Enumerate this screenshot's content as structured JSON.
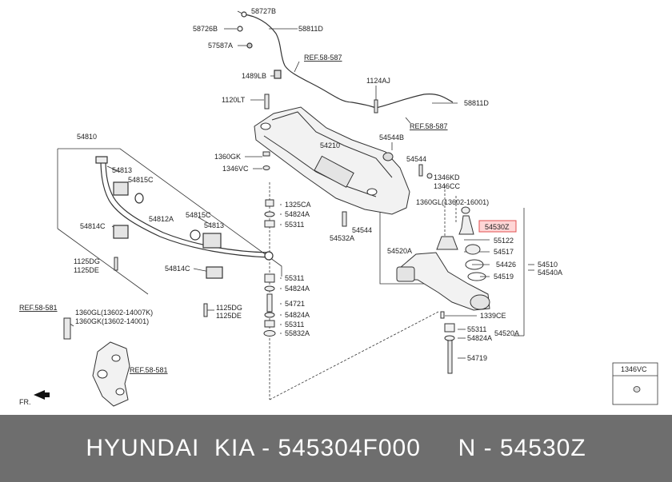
{
  "colors": {
    "highlight_fill": "#ffd6d6",
    "highlight_stroke": "#e05050",
    "footer_bg": "#6e6e6e",
    "footer_text": "#ffffff"
  },
  "labels": {
    "p58727B": "58727B",
    "p58726B": "58726B",
    "p58811D_a": "58811D",
    "p57587A": "57587A",
    "ref587_a": "REF.58-587",
    "p1489LB": "1489LB",
    "p1124AJ": "1124AJ",
    "p1120LT": "1120LT",
    "p58811D_b": "58811D",
    "ref587_b": "REF.58-587",
    "p54544B": "54544B",
    "p54810": "54810",
    "p54210": "54210",
    "p1360GK": "1360GK",
    "p1346VC": "1346VC",
    "p54813_a": "54813",
    "p54815C_a": "54815C",
    "p54544_a": "54544",
    "p1346KD": "1346KD",
    "p1346CC": "1346CC",
    "p1325CA": "1325CA",
    "p54824A_a": "54824A",
    "p55311_a": "55311",
    "p1360GL_main": "1360GL(13602-16001)",
    "p54814C_a": "54814C",
    "p54812A": "54812A",
    "p54815C_b": "54815C",
    "p54813_b": "54813",
    "p54544_b": "54544",
    "p54532A": "54532A",
    "p54530Z": "54530Z",
    "p55122": "55122",
    "p54517": "54517",
    "p54520A_a": "54520A",
    "p54426": "54426",
    "p54510": "54510",
    "p54540A": "54540A",
    "p54519": "54519",
    "p1125DG_a": "1125DG",
    "p1125DE_a": "1125DE",
    "p54814C_b": "54814C",
    "p55311_b": "55311",
    "p54824A_b": "54824A",
    "p54721": "54721",
    "p1125DG_b": "1125DG",
    "p1125DE_b": "1125DE",
    "ref581_a": "REF.58-581",
    "p1360GL_b": "1360GL(13602-14007K)",
    "p1360GK_b": "1360GK(13602-14001)",
    "p54824A_c": "54824A",
    "p55311_c": "55311",
    "p55832A": "55832A",
    "p1339CE": "1339CE",
    "p55311_d": "55311",
    "p54824A_d": "54824A",
    "p54520A_b": "54520A",
    "p54719": "54719",
    "ref581_b": "REF.58-581",
    "fr": "FR.",
    "inset_code": "1346VC"
  },
  "footer": {
    "text": "HYUNDAI  KIA - 545304F000     N - 54530Z"
  }
}
